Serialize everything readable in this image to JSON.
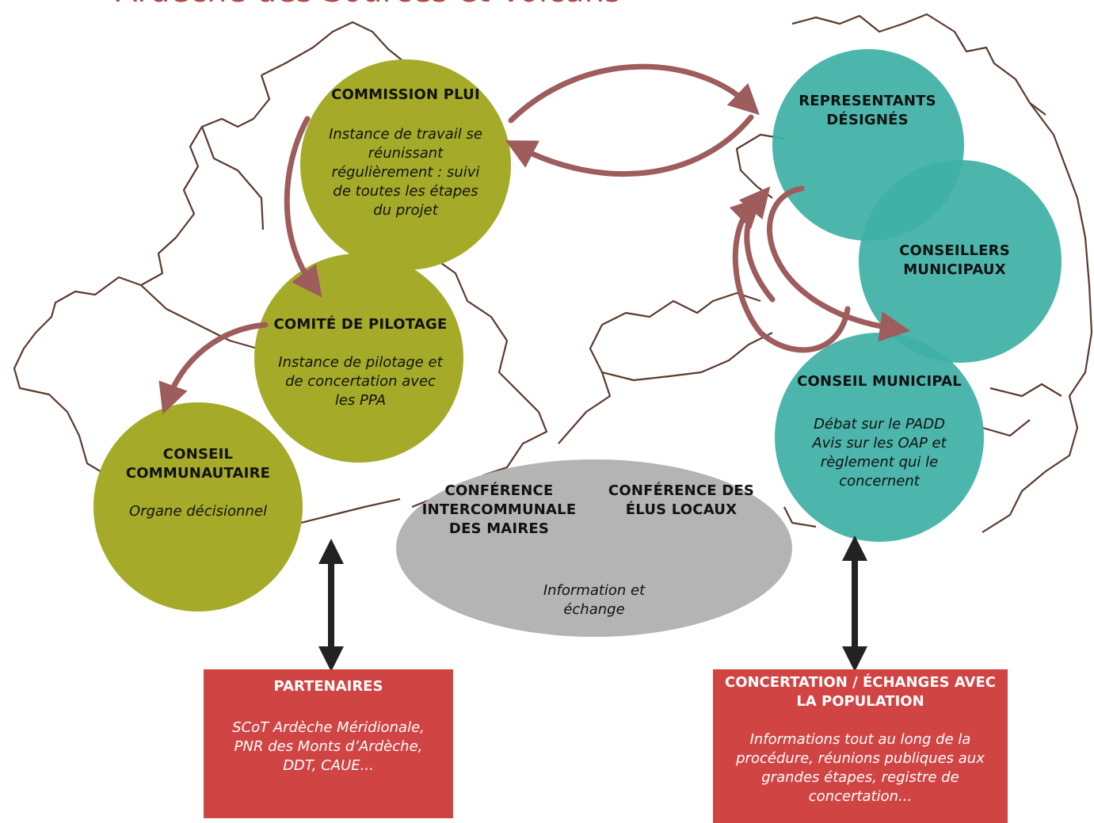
{
  "header": {
    "title": "Ardèche des Sources et Volcans"
  },
  "nodes": {
    "commission": {
      "title": "COMMISSION PLUI",
      "desc": [
        "Instance de travail se",
        "réunissant",
        "régulièrement : suivi",
        "de toutes les étapes",
        "du projet"
      ]
    },
    "comite": {
      "title": "COMITÉ DE PILOTAGE",
      "desc": [
        "Instance de pilotage et",
        "de concertation avec",
        "les PPA"
      ]
    },
    "conseil_communautaire": {
      "title": [
        "CONSEIL",
        "COMMUNAUTAIRE"
      ],
      "desc": [
        "Organe décisionnel"
      ]
    },
    "representants": {
      "title": [
        "REPRESENTANTS",
        "DÉSIGNÉS"
      ]
    },
    "conseillers": {
      "title": [
        "CONSEILLERS",
        "MUNICIPAUX"
      ]
    },
    "conseil_municipal": {
      "title": "CONSEIL MUNICIPAL",
      "desc": [
        "Débat sur le PADD",
        "Avis sur les OAP et",
        "règlement qui le",
        "concernent"
      ]
    },
    "conference": {
      "title_left": [
        "CONFÉRENCE",
        "INTERCOMMUNALE",
        "DES MAIRES"
      ],
      "title_right": [
        "CONFÉRENCE DES",
        "ÉLUS LOCAUX"
      ],
      "desc": [
        "Information et",
        "échange"
      ]
    }
  },
  "boxes": {
    "partenaires": {
      "title": "PARTENAIRES",
      "desc": [
        "SCoT Ardèche Méridionale,",
        "PNR des Monts d’Ardèche,",
        "DDT, CAUE..."
      ]
    },
    "concertation": {
      "title": [
        "CONCERTATION / ÉCHANGES AVEC",
        "LA POPULATION"
      ],
      "desc": [
        "Informations tout au long de la",
        "procédure, réunions publiques aux",
        "grandes étapes, registre de",
        "concertation..."
      ]
    }
  },
  "colors": {
    "olive": "#a5ab28",
    "teal": "#3fb0a6",
    "grey": "#b4b4b4",
    "red": "#d14444",
    "arrow": "#9e5c5c",
    "map_line": "#5b3a2e"
  }
}
